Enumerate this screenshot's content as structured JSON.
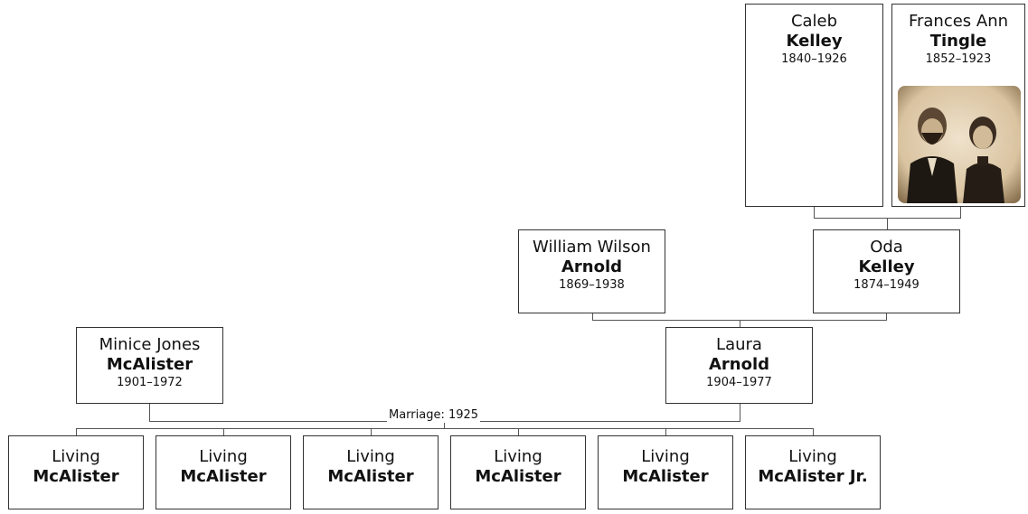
{
  "people": {
    "caleb": {
      "given": "Caleb",
      "surname": "Kelley",
      "years": "1840–1926"
    },
    "frances": {
      "given": "Frances Ann",
      "surname": "Tingle",
      "years": "1852–1923"
    },
    "william": {
      "given": "William Wilson",
      "surname": "Arnold",
      "years": "1869–1938"
    },
    "oda": {
      "given": "Oda",
      "surname": "Kelley",
      "years": "1874–1949"
    },
    "minice": {
      "given": "Minice Jones",
      "surname": "McAlister",
      "years": "1901–1972"
    },
    "laura": {
      "given": "Laura",
      "surname": "Arnold",
      "years": "1904–1977"
    }
  },
  "marriage_label": "Marriage: 1925",
  "children": [
    {
      "given": "Living",
      "surname": "McAlister"
    },
    {
      "given": "Living",
      "surname": "McAlister"
    },
    {
      "given": "Living",
      "surname": "McAlister"
    },
    {
      "given": "Living",
      "surname": "McAlister"
    },
    {
      "given": "Living",
      "surname": "McAlister"
    },
    {
      "given": "Living",
      "surname": "McAlister Jr."
    }
  ]
}
